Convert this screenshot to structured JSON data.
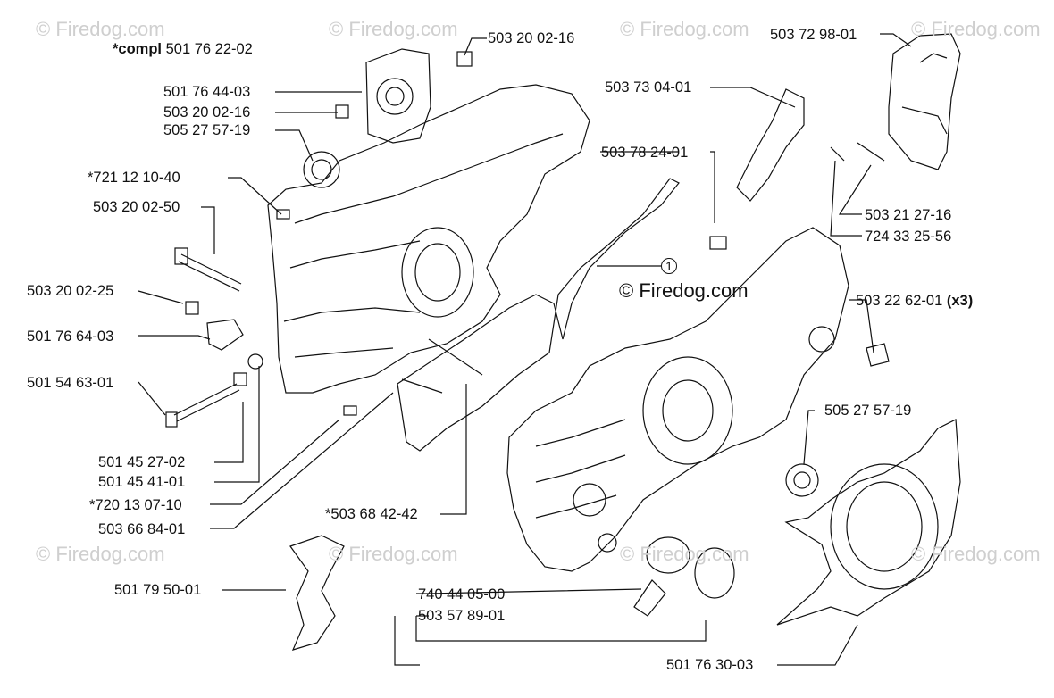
{
  "assembly": {
    "prefix": "*compl",
    "number": "501 76 22-02"
  },
  "center_watermark": "© Firedog.com",
  "watermark_text": "© Firedog.com",
  "callout_symbol": "1",
  "qty_note": "(x3)",
  "parts": [
    "503 20 02-16",
    "503 72 98-01",
    "501 76 44-03",
    "503 20 02-16",
    "505 27 57-19",
    "503 73 04-01",
    "503 78 24-01",
    "*721 12 10-40",
    "503 20 02-50",
    "503 21 27-16",
    "724 33 25-56",
    "503 20 02-25",
    "503 22 62-01",
    "501 76 64-03",
    "501 54 63-01",
    "505 27 57-19",
    "501 45 27-02",
    "501 45 41-01",
    "*720 13 07-10",
    "*503 68 42-42",
    "503 66 84-01",
    "501 79 50-01",
    "740 44 05-00",
    "503 57 89-01",
    "501 76 30-03"
  ]
}
